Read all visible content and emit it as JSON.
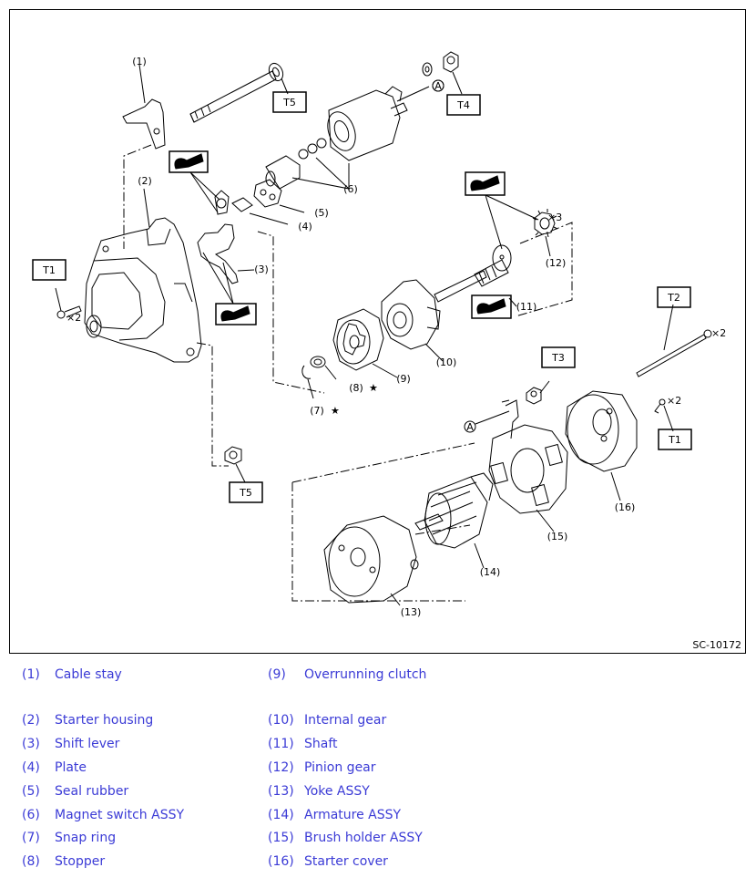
{
  "figure": {
    "code": "SC-10172",
    "callouts": {
      "c1": "(1)",
      "c2": "(2)",
      "c3": "(3)",
      "c4": "(4)",
      "c5": "(5)",
      "c6": "(6)",
      "c7": "(7)",
      "c8": "(8)",
      "c9": "(9)",
      "c10": "(10)",
      "c11": "(11)",
      "c12": "(12)",
      "c13": "(13)",
      "c14": "(14)",
      "c15": "(15)",
      "c16": "(16)"
    },
    "torque_tags": {
      "t5a": "T5",
      "t4": "T4",
      "t1a": "T1",
      "t2": "T2",
      "t3": "T3",
      "t1b": "T1",
      "t5b": "T5"
    },
    "qty": {
      "x2a": "×2",
      "x3": "×3",
      "x2b": "×2",
      "x2c": "×2"
    },
    "ref": {
      "a1": "A",
      "a2": "A"
    },
    "star": "★"
  },
  "legend": [
    {
      "num": "(1)",
      "name": "Cable stay"
    },
    {
      "num": "(2)",
      "name": "Starter housing"
    },
    {
      "num": "(3)",
      "name": "Shift lever"
    },
    {
      "num": "(4)",
      "name": "Plate"
    },
    {
      "num": "(5)",
      "name": "Seal rubber"
    },
    {
      "num": "(6)",
      "name": "Magnet switch ASSY"
    },
    {
      "num": "(7)",
      "name": "Snap ring"
    },
    {
      "num": "(8)",
      "name": "Stopper"
    },
    {
      "num": "(9)",
      "name": "Overrunning clutch"
    },
    {
      "num": "(10)",
      "name": "Internal gear"
    },
    {
      "num": "(11)",
      "name": "Shaft"
    },
    {
      "num": "(12)",
      "name": "Pinion gear"
    },
    {
      "num": "(13)",
      "name": "Yoke ASSY"
    },
    {
      "num": "(14)",
      "name": "Armature ASSY"
    },
    {
      "num": "(15)",
      "name": "Brush holder ASSY"
    },
    {
      "num": "(16)",
      "name": "Starter cover"
    }
  ]
}
